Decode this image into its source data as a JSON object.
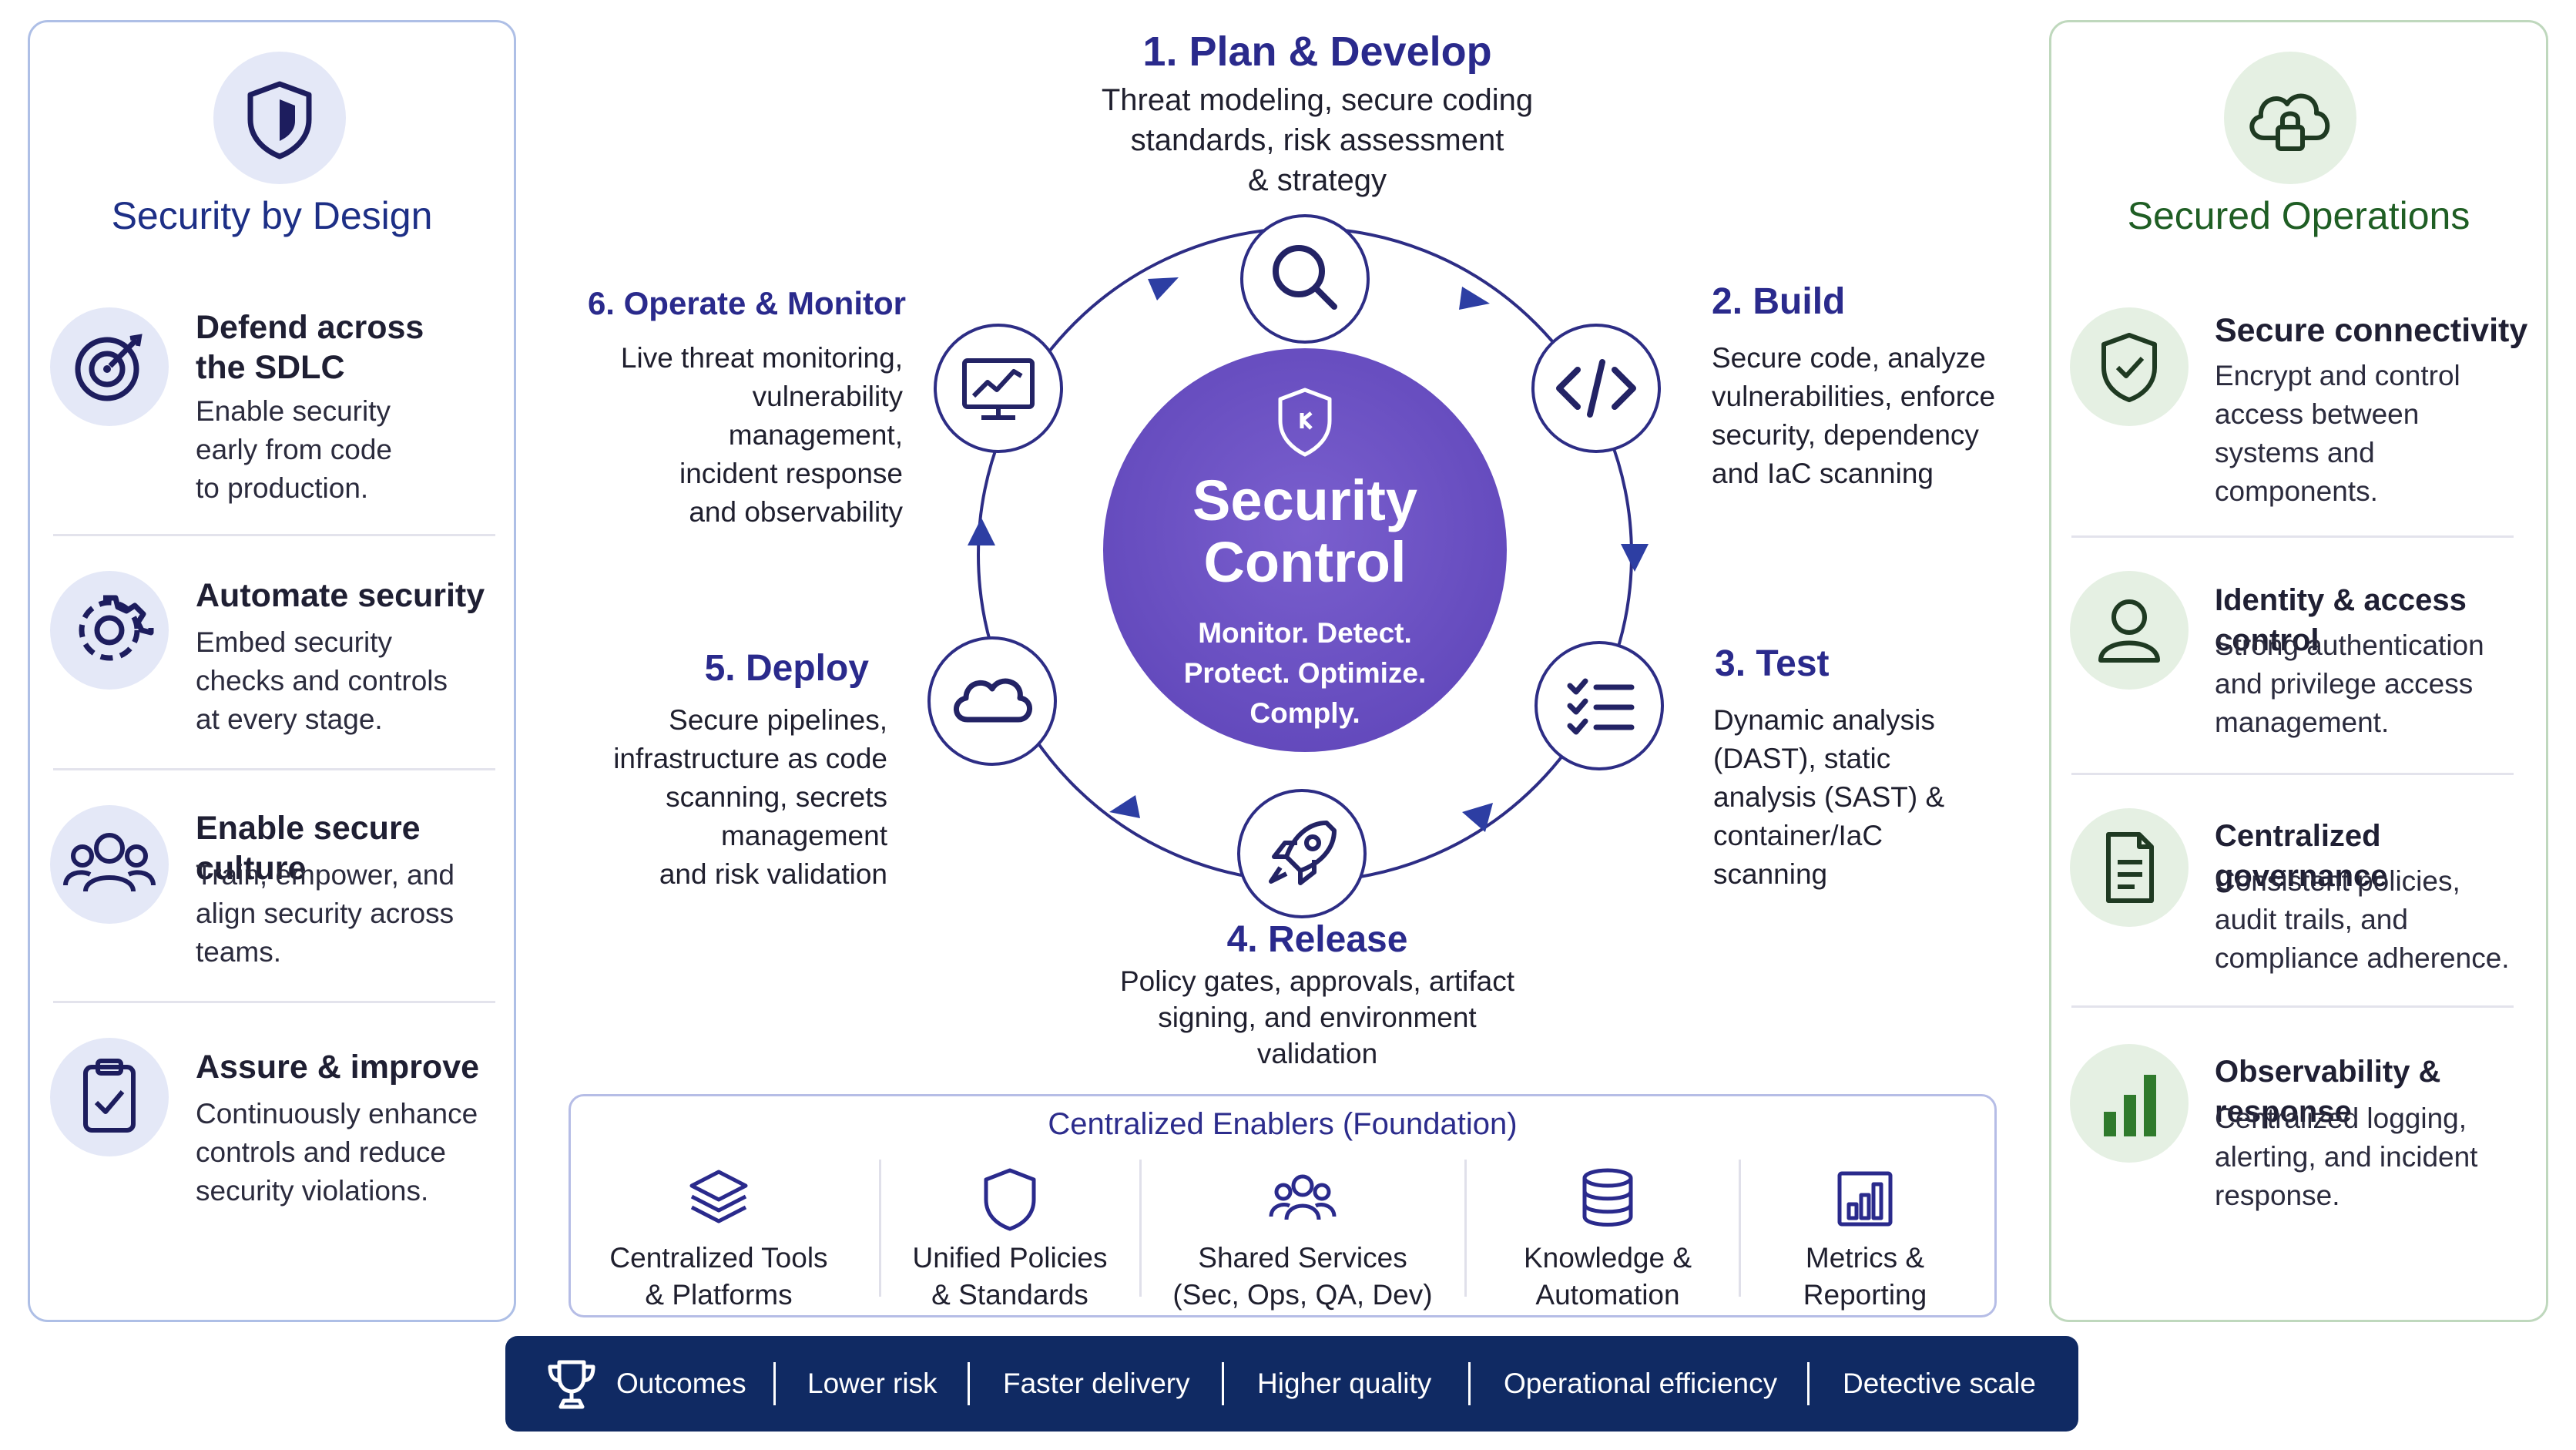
{
  "left_panel": {
    "title": "Security by Design",
    "icon": "shield-icon",
    "items": [
      {
        "title_lines": [
          "Defend across",
          "the SDLC"
        ],
        "desc_lines": [
          "Enable security",
          "early from code",
          "to production."
        ],
        "icon": "target-icon"
      },
      {
        "title_lines": [
          "Automate security"
        ],
        "desc_lines": [
          "Embed security",
          "checks and controls",
          "at every stage."
        ],
        "icon": "gear-icon"
      },
      {
        "title_lines": [
          "Enable secure culture"
        ],
        "desc_lines": [
          "Train, empower, and",
          "align security across",
          "teams."
        ],
        "icon": "people-icon"
      },
      {
        "title_lines": [
          "Assure & improve"
        ],
        "desc_lines": [
          "Continuously enhance",
          "controls and reduce",
          "security violations."
        ],
        "icon": "clipboard-check-icon"
      }
    ]
  },
  "right_panel": {
    "title": "Secured Operations",
    "icon": "cloud-lock-icon",
    "items": [
      {
        "title_lines": [
          "Secure connectivity"
        ],
        "desc_lines": [
          "Encrypt and control",
          "access between",
          "systems and",
          "components."
        ],
        "icon": "shield-check-icon"
      },
      {
        "title_lines": [
          "Identity & access control"
        ],
        "desc_lines": [
          "Strong authentication",
          "and privilege access",
          "management."
        ],
        "icon": "user-icon"
      },
      {
        "title_lines": [
          "Centralized governance"
        ],
        "desc_lines": [
          "Consistent policies,",
          "audit trails, and",
          "compliance adherence."
        ],
        "icon": "document-icon"
      },
      {
        "title_lines": [
          "Observability & response"
        ],
        "desc_lines": [
          "Centralized logging,",
          "alerting, and incident",
          "response."
        ],
        "icon": "bar-chart-icon"
      }
    ]
  },
  "center": {
    "title_lines": [
      "Security",
      "Control"
    ],
    "subtitle_lines": [
      "Monitor. Detect.",
      "Protect. Optimize.",
      "Comply."
    ],
    "icon": "shield-logo-icon"
  },
  "steps": [
    {
      "title": "1. Plan & Develop",
      "desc_lines": [
        "Threat modeling, secure coding",
        "standards, risk assessment",
        "& strategy"
      ],
      "icon": "magnifier-icon"
    },
    {
      "title": "2. Build",
      "desc_lines": [
        "Secure code, analyze",
        "vulnerabilities, enforce",
        "security, dependency",
        "and IaC scanning"
      ],
      "icon": "code-icon"
    },
    {
      "title": "3. Test",
      "desc_lines": [
        "Dynamic analysis",
        "(DAST), static",
        "analysis (SAST) &",
        "container/IaC",
        "scanning"
      ],
      "icon": "checklist-icon"
    },
    {
      "title": "4. Release",
      "desc_lines": [
        "Policy gates, approvals, artifact",
        "signing, and environment",
        "validation"
      ],
      "icon": "rocket-icon"
    },
    {
      "title": "5. Deploy",
      "desc_lines": [
        "Secure pipelines,",
        "infrastructure as code",
        "scanning, secrets",
        "management",
        "and risk validation"
      ],
      "icon": "cloud-icon"
    },
    {
      "title": "6. Operate & Monitor",
      "desc_lines": [
        "Live threat monitoring,",
        "vulnerability",
        "management,",
        "incident response",
        "and observability"
      ],
      "icon": "monitor-chart-icon"
    }
  ],
  "foundation": {
    "title": "Centralized Enablers (Foundation)",
    "items": [
      {
        "label_lines": [
          "Centralized Tools",
          "& Platforms"
        ],
        "icon": "layers-icon"
      },
      {
        "label_lines": [
          "Unified Policies",
          "& Standards"
        ],
        "icon": "shield-outline-icon"
      },
      {
        "label_lines": [
          "Shared Services",
          "(Sec, Ops, QA, Dev)"
        ],
        "icon": "team-icon"
      },
      {
        "label_lines": [
          "Knowledge &",
          "Automation"
        ],
        "icon": "database-icon"
      },
      {
        "label_lines": [
          "Metrics &",
          "Reporting"
        ],
        "icon": "report-chart-icon"
      }
    ]
  },
  "outcomes": {
    "icon": "trophy-icon",
    "items": [
      "Outcomes",
      "Lower risk",
      "Faster delivery",
      "Higher quality",
      "Operational efficiency",
      "Detective scale"
    ]
  },
  "colors": {
    "navy": "#2a2a8c",
    "center_purple": "#6a50c4",
    "left_accent": "#e4e8f7",
    "right_accent": "#e5f0e3",
    "right_title": "#1f5e24",
    "outcome_bar": "#102a63"
  }
}
